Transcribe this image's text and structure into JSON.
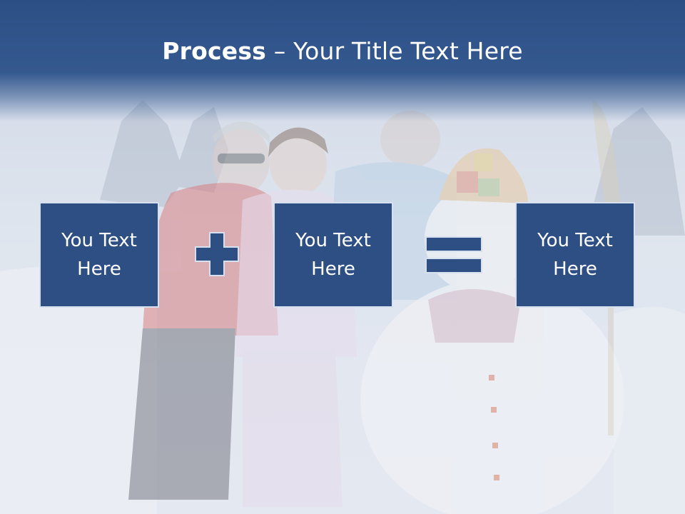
{
  "slide": {
    "title_bold": "Process",
    "title_rest": " – Your Title Text Here",
    "boxes": [
      {
        "label": "You Text Here"
      },
      {
        "label": "You Text Here"
      },
      {
        "label": "You Text Here"
      }
    ],
    "operators": [
      "plus-icon",
      "equals-icon"
    ],
    "colors": {
      "header": "#2c4f86",
      "box_fill": "#2e4f84",
      "box_border": "#d7e0ee",
      "text": "#ffffff"
    }
  }
}
